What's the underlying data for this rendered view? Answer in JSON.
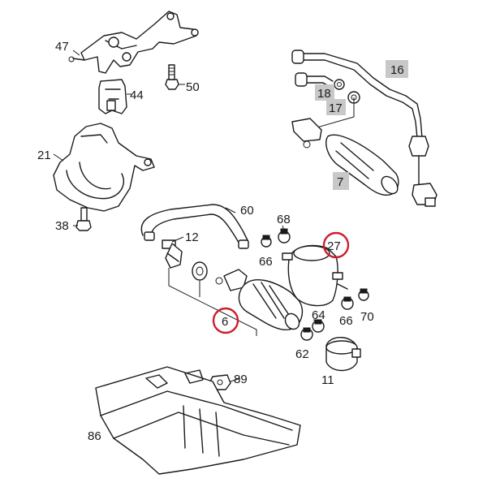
{
  "diagram": {
    "callouts": {
      "c47": "47",
      "c44": "44",
      "c50": "50",
      "c16": "16",
      "c18": "18",
      "c17": "17",
      "c7": "7",
      "c21": "21",
      "c38": "38",
      "c60": "60",
      "c12": "12",
      "c68": "68",
      "c66a": "66",
      "c27": "27",
      "c6": "6",
      "c64": "64",
      "c66b": "66",
      "c70": "70",
      "c62": "62",
      "c11": "11",
      "c89": "89",
      "c86": "86"
    },
    "highlight_color": "#cc1f2b",
    "label_box_color": "#c8c8c8"
  }
}
